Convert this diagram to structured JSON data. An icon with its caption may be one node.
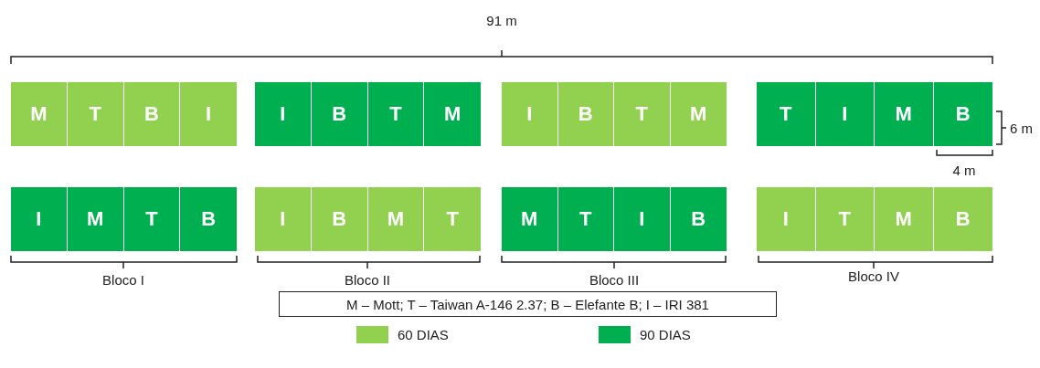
{
  "diagram": {
    "nodes": [
      {
        "text": [
          "M"
        ]
      },
      {
        "text": [
          "T"
        ]
      },
      {
        "text": [
          "B"
        ]
      },
      {
        "text": [
          "I"
        ]
      },
      {
        "text": [
          "I"
        ]
      },
      {
        "text": [
          "B"
        ]
      },
      {
        "text": [
          "T"
        ]
      },
      {
        "text": [
          "M"
        ]
      },
      {
        "text": [
          "I"
        ]
      },
      {
        "text": [
          "B"
        ]
      },
      {
        "text": [
          "T"
        ]
      },
      {
        "text": [
          "M"
        ]
      },
      {
        "text": [
          "T"
        ]
      },
      {
        "text": [
          "I"
        ]
      },
      {
        "text": [
          "M"
        ]
      },
      {
        "text": [
          "B"
        ]
      },
      {
        "text": [
          "I"
        ]
      },
      {
        "text": [
          "M"
        ]
      },
      {
        "text": [
          "T"
        ]
      },
      {
        "text": [
          "B"
        ]
      },
      {
        "text": [
          "I"
        ]
      },
      {
        "text": [
          "B"
        ]
      },
      {
        "text": [
          "M"
        ]
      },
      {
        "text": [
          "T"
        ]
      },
      {
        "text": [
          "M"
        ]
      },
      {
        "text": [
          "T"
        ]
      },
      {
        "text": [
          "I"
        ]
      },
      {
        "text": [
          "B"
        ]
      },
      {
        "text": [
          "I"
        ]
      },
      {
        "text": [
          "T"
        ]
      },
      {
        "text": [
          "M"
        ]
      },
      {
        "text": [
          "B"
        ]
      },
      {
        "text": [
          "M – Mott; T – Taiwan A-146 2.37; B – Elefante B; I – IRI 381"
        ]
      }
    ],
    "labels": [
      "91 m",
      "6 m",
      "4 m",
      "Bloco I",
      "Bloco II",
      "Bloco III",
      "Bloco IV"
    ],
    "legend": [
      {
        "text": "60 DIAS",
        "color": "#92d050"
      },
      {
        "text": "90 DIAS",
        "color": "#00b050"
      }
    ]
  }
}
